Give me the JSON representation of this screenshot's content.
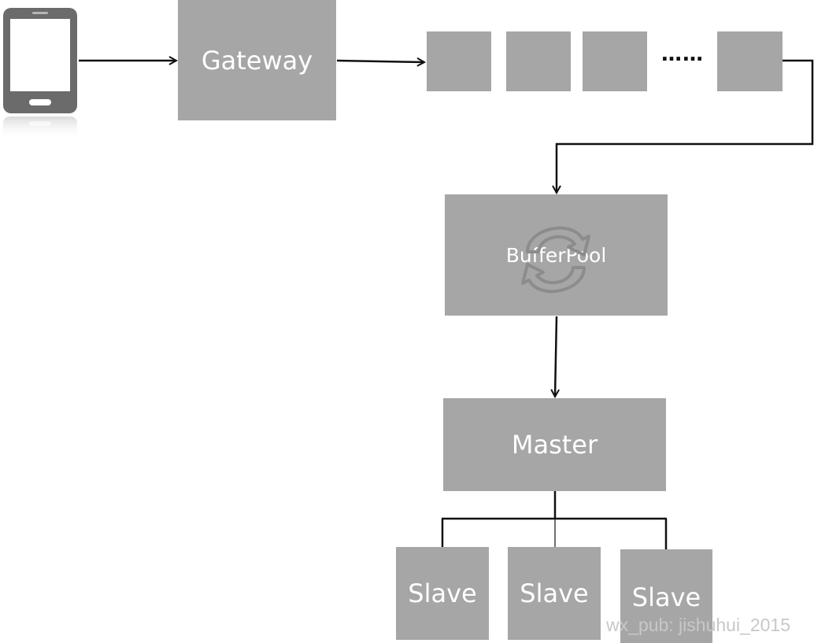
{
  "nodes": {
    "gateway": "Gateway",
    "bufferpool": "BufferPool",
    "master": "Master",
    "slaves": [
      "Slave",
      "Slave",
      "Slave"
    ]
  },
  "queue": {
    "ellipsis": "……"
  },
  "watermark": "wx_pub: jishuhui_2015",
  "icons": {
    "client": "mobile-phone-icon",
    "pool": "refresh-cycle-icon"
  },
  "colors": {
    "box": "#a6a6a6",
    "line": "#111111",
    "text": "#ffffff"
  }
}
